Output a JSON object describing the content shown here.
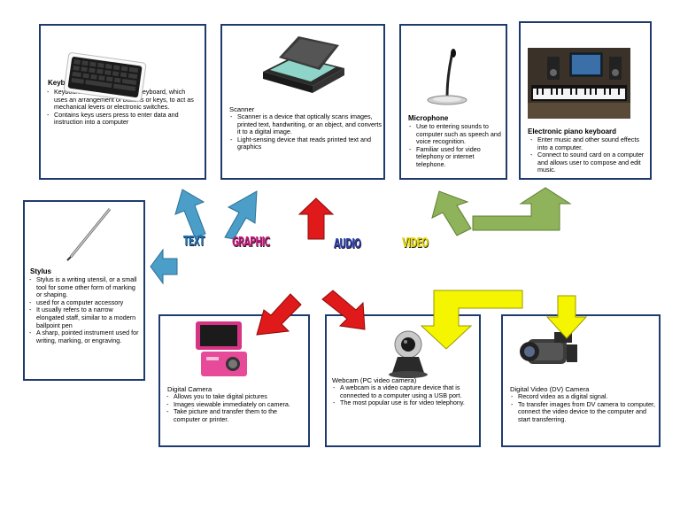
{
  "cards": {
    "keyboard": {
      "title": "Keyboard",
      "items": [
        "Keyboard is a typewriter-style keyboard, which uses an arrangement of buttons or keys, to act as mechanical levers or electronic switches.",
        "Contains keys users press to enter data and instruction into a computer"
      ]
    },
    "scanner": {
      "title": "Scanner",
      "items": [
        "Scanner is a device that optically scans images, printed text, handwriting, or an object, and converts it to a digital image.",
        "Light-sensing device that reads printed text and graphics"
      ]
    },
    "microphone": {
      "title": "Microphone",
      "items": [
        "Use to entering sounds to computer such as speech and voice recognition.",
        "Familiar used for video telephony or internet telephone."
      ]
    },
    "piano": {
      "title": "Electronic piano keyboard",
      "items": [
        "Enter music and other sound effects into a computer.",
        "Connect to sound card on a computer and allows user to compose and edit music."
      ]
    },
    "stylus": {
      "title": "Stylus",
      "items": [
        "Stylus is a writing utensil, or a small tool for some other form of marking or shaping.",
        "used for a computer accessory",
        "It usually refers to a narrow elongated staff, similar to a modern ballpoint pen",
        "A sharp, pointed instrument used for writing, marking, or engraving."
      ]
    },
    "camera": {
      "title": "Digital Camera",
      "items": [
        "Allows you to take digital pictures",
        "Images viewable immediately on camera.",
        "Take picture and transfer them to the computer or printer."
      ]
    },
    "webcam": {
      "title": "Webcam (PC video camera)",
      "items": [
        "A webcam is a video capture device that is connected to a computer using a USB port.",
        "The most popular use is for video telephony."
      ]
    },
    "dv": {
      "title": "Digital Video (DV) Camera",
      "items": [
        "Record video as a digital signal.",
        "To transfer images from DV camera to computer, connect the video device to the computer and start transferring."
      ]
    }
  },
  "labels": {
    "text": "TEXT",
    "graphic": "GRAPHIC",
    "audio": "AUDIO",
    "video": "VIDEO"
  },
  "colors": {
    "border": "#1f3b6e",
    "arrow_blue": "#4a9ec8",
    "arrow_red": "#e0191a",
    "arrow_green": "#8fb35a",
    "arrow_yellow": "#f5f500",
    "label_text": "#1a6fb5",
    "label_graphic": "#c2187a",
    "label_audio": "#2a3aa6",
    "label_video": "#e5d600"
  },
  "icons": [
    "keyboard-image",
    "scanner-image",
    "microphone-image",
    "piano-studio-image",
    "stylus-image",
    "digital-camera-image",
    "webcam-image",
    "dv-camera-image"
  ]
}
